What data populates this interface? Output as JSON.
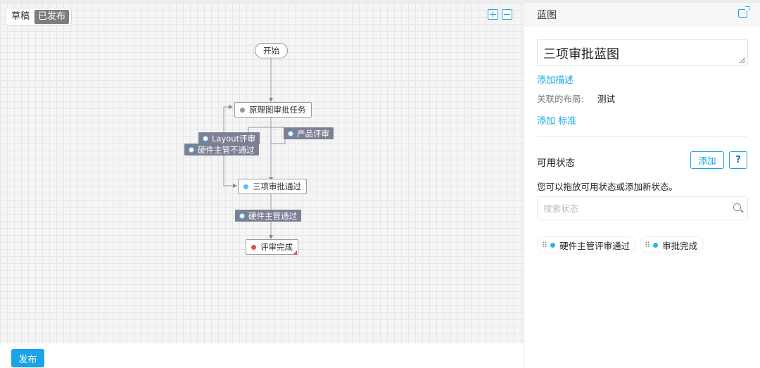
{
  "toolbar": {
    "draft_label": "草稿",
    "published_label": "已发布",
    "publish_button": "发布"
  },
  "canvas": {
    "zoom_in_icon": "plus-square-icon",
    "zoom_out_icon": "minus-square-icon",
    "nodes": {
      "start": "开始",
      "schematic_review": "原理图审批任务",
      "three_approved": "三项审批通过",
      "review_done": "评审完成"
    },
    "transitions": {
      "layout_review": "Layout评审",
      "product_review": "产品评审",
      "hw_rejected": "硬件主管不通过",
      "hw_approved": "硬件主管通过"
    },
    "colors": {
      "status_blue": "#4fc3f7",
      "status_grey": "#999999",
      "status_red": "#e05050",
      "transition_bg": "#7b8094"
    }
  },
  "panel": {
    "title": "蓝图",
    "name": "三项审批蓝图",
    "add_description": "添加描述",
    "layout_label": "关联的布局:",
    "layout_value": "测试",
    "add_criteria": "添加 标准",
    "states_title": "可用状态",
    "add_button": "添加",
    "help_button": "?",
    "hint": "您可以拖放可用状态或添加新状态。",
    "search_placeholder": "搜索状态",
    "available_states": [
      {
        "label": "硬件主管评审通过",
        "color": "#29b6e6"
      },
      {
        "label": "审批完成",
        "color": "#29b6e6"
      }
    ]
  }
}
